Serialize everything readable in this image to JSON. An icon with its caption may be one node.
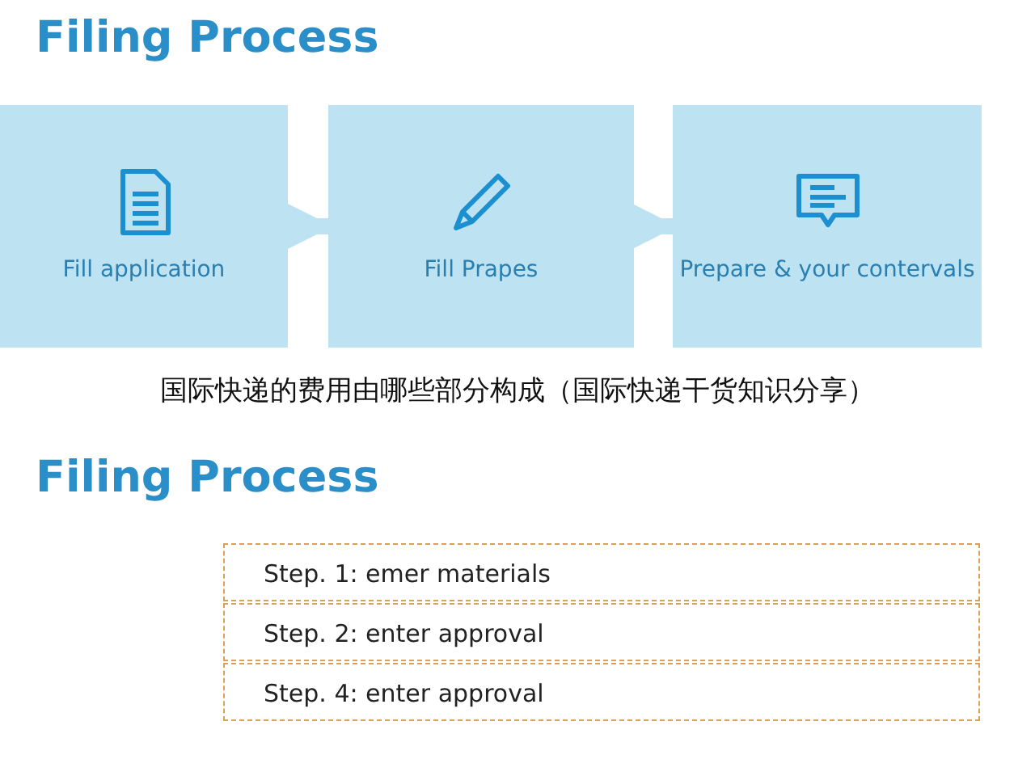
{
  "diagram": {
    "title": "Filing Process",
    "nodes": [
      {
        "text": [
          "Fill application"
        ]
      },
      {
        "text": [
          "Fill Prapes"
        ]
      },
      {
        "text": [
          "Prepare & your contervals"
        ]
      }
    ],
    "edges": [
      {
        "from": 0,
        "to": 1,
        "arrow": "to"
      },
      {
        "from": 1,
        "to": 2,
        "arrow": "to"
      }
    ],
    "labels": [
      "国际快递的费用由哪些部分构成（国际快递干货知识分享）",
      "Filing Process",
      "Step. 1: emer materials",
      "Step. 2: enter approval",
      "Step. 4: enter approval"
    ]
  }
}
